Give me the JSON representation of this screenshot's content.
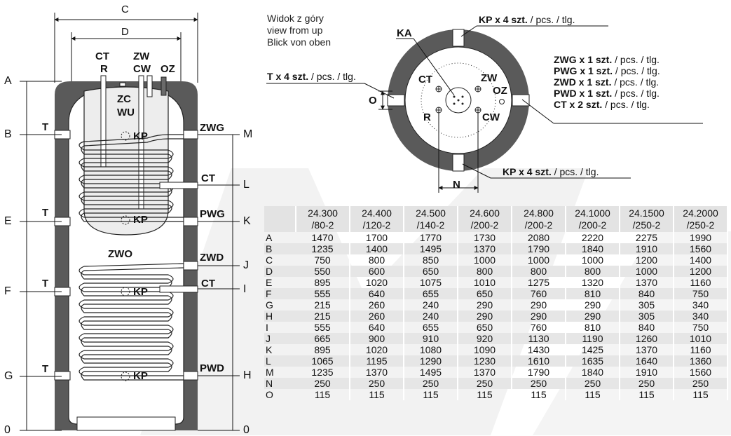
{
  "tank": {
    "dim_top": [
      "C",
      "D"
    ],
    "inlets_top": [
      "CT",
      "R",
      "ZW",
      "CW",
      "OZ"
    ],
    "coil_top_label": [
      "ZC",
      "WU"
    ],
    "kp": "KP",
    "zwo": "ZWO",
    "left_letters": [
      "A",
      "B",
      "E",
      "F",
      "G",
      "0"
    ],
    "right_letters": [
      "M",
      "L",
      "K",
      "J",
      "I",
      "H",
      "0"
    ],
    "t": "T",
    "ports": [
      "ZWG",
      "CT",
      "PWG",
      "ZWD",
      "CT",
      "PWD"
    ]
  },
  "topview": {
    "note": [
      "Widok z góry",
      "view from up",
      "Blick von oben"
    ],
    "kp_top": {
      "bold": "KP x 4 szt.",
      "rest": " / pcs. / tlg."
    },
    "kp_bottom": {
      "bold": "KP x 4 szt.",
      "rest": " / pcs. / tlg."
    },
    "t_line": {
      "bold": "T x 4 szt.",
      "rest": " / pcs. / tlg."
    },
    "ka": "KA",
    "o": "O",
    "n": "N",
    "inner": [
      "CT",
      "R",
      "ZW",
      "OZ",
      "CW"
    ],
    "list": [
      {
        "bold": "ZWG x 1 szt.",
        "rest": " / pcs. / tlg."
      },
      {
        "bold": "PWG x 1 szt.",
        "rest": " / pcs. / tlg."
      },
      {
        "bold": "ZWD x 1 szt.",
        "rest": " / pcs. / tlg."
      },
      {
        "bold": "PWD x 1 szt.",
        "rest": " / pcs. / tlg."
      },
      {
        "bold": "CT x 2 szt.",
        "rest": " / pcs. / tlg."
      }
    ]
  },
  "table": {
    "models": [
      [
        "24.300",
        "/80-2"
      ],
      [
        "24.400",
        "/120-2"
      ],
      [
        "24.500",
        "/140-2"
      ],
      [
        "24.600",
        "/200-2"
      ],
      [
        "24.800",
        "/200-2"
      ],
      [
        "24.1000",
        "/200-2"
      ],
      [
        "24.1500",
        "/250-2"
      ],
      [
        "24.2000",
        "/250-2"
      ]
    ],
    "rows": [
      {
        "k": "A",
        "v": [
          "1470",
          "1700",
          "1770",
          "1730",
          "2080",
          "2220",
          "2275",
          "1990"
        ]
      },
      {
        "k": "B",
        "v": [
          "1235",
          "1400",
          "1495",
          "1370",
          "1790",
          "1840",
          "1910",
          "1560"
        ]
      },
      {
        "k": "C",
        "v": [
          "750",
          "800",
          "850",
          "1000",
          "1000",
          "1000",
          "1200",
          "1400"
        ]
      },
      {
        "k": "D",
        "v": [
          "550",
          "600",
          "650",
          "800",
          "800",
          "800",
          "1000",
          "1200"
        ]
      },
      {
        "k": "E",
        "v": [
          "895",
          "1020",
          "1075",
          "1010",
          "1275",
          "1320",
          "1370",
          "1160"
        ]
      },
      {
        "k": "F",
        "v": [
          "555",
          "640",
          "655",
          "650",
          "760",
          "810",
          "840",
          "750"
        ]
      },
      {
        "k": "G",
        "v": [
          "215",
          "260",
          "240",
          "290",
          "290",
          "290",
          "305",
          "340"
        ]
      },
      {
        "k": "H",
        "v": [
          "215",
          "260",
          "240",
          "290",
          "290",
          "290",
          "305",
          "340"
        ]
      },
      {
        "k": "I",
        "v": [
          "555",
          "640",
          "655",
          "650",
          "760",
          "810",
          "840",
          "750"
        ]
      },
      {
        "k": "J",
        "v": [
          "665",
          "900",
          "910",
          "920",
          "1130",
          "1190",
          "1260",
          "1010"
        ]
      },
      {
        "k": "K",
        "v": [
          "895",
          "1020",
          "1080",
          "1090",
          "1430",
          "1425",
          "1370",
          "1160"
        ]
      },
      {
        "k": "L",
        "v": [
          "1065",
          "1195",
          "1290",
          "1230",
          "1610",
          "1635",
          "1640",
          "1360"
        ]
      },
      {
        "k": "M",
        "v": [
          "1235",
          "1370",
          "1495",
          "1370",
          "1790",
          "1840",
          "1910",
          "1560"
        ]
      },
      {
        "k": "N",
        "v": [
          "250",
          "250",
          "250",
          "250",
          "250",
          "250",
          "250",
          "250"
        ]
      },
      {
        "k": "O",
        "v": [
          "115",
          "115",
          "115",
          "115",
          "115",
          "115",
          "115",
          "115"
        ]
      }
    ]
  }
}
